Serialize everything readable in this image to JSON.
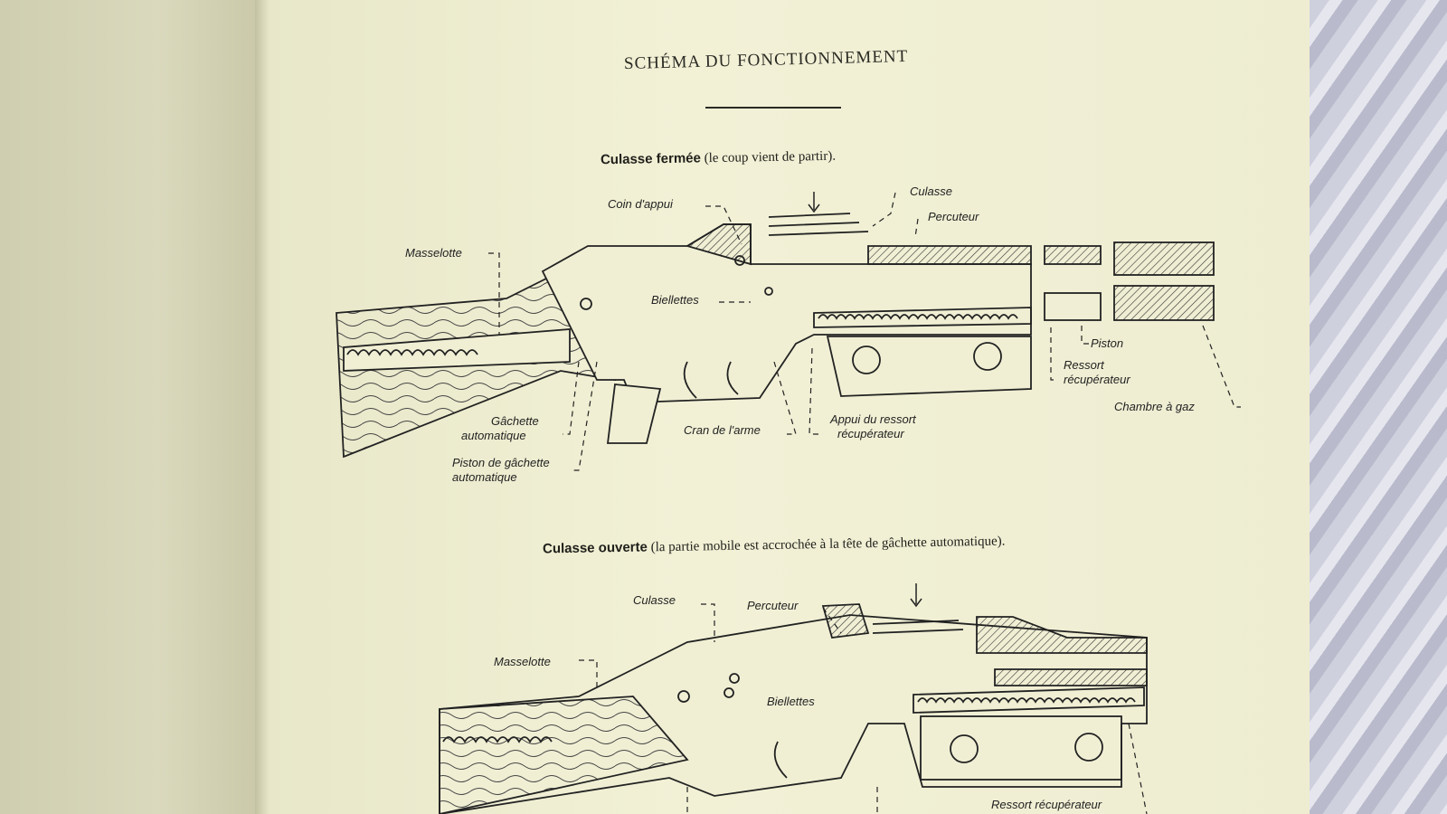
{
  "document": {
    "title": "SCHÉMA DU FONCTIONNEMENT",
    "figure1": {
      "caption_bold": "Culasse fermée",
      "caption_rest": " (le coup vient de partir).",
      "labels": {
        "coin_appui": "Coin d'appui",
        "culasse": "Culasse",
        "percuteur": "Percuteur",
        "masselotte": "Masselotte",
        "biellettes": "Biellettes",
        "piston": "Piston",
        "ressort_1": "Ressort",
        "ressort_2": "récupérateur",
        "chambre_gaz": "Chambre à gaz",
        "gachette_1": "Gâchette",
        "gachette_2": "automatique",
        "piston_gachette_1": "Piston de gâchette",
        "piston_gachette_2": "automatique",
        "cran_arme": "Cran de l'arme",
        "appui_ressort_1": "Appui du ressort",
        "appui_ressort_2": "récupérateur"
      }
    },
    "figure2": {
      "caption_bold": "Culasse ouverte",
      "caption_rest": " (la partie mobile est accrochée à la tête de gâchette automatique).",
      "labels": {
        "culasse": "Culasse",
        "percuteur": "Percuteur",
        "masselotte": "Masselotte",
        "biellettes": "Biellettes",
        "ressort_recuperateur": "Ressort récupérateur"
      }
    }
  }
}
